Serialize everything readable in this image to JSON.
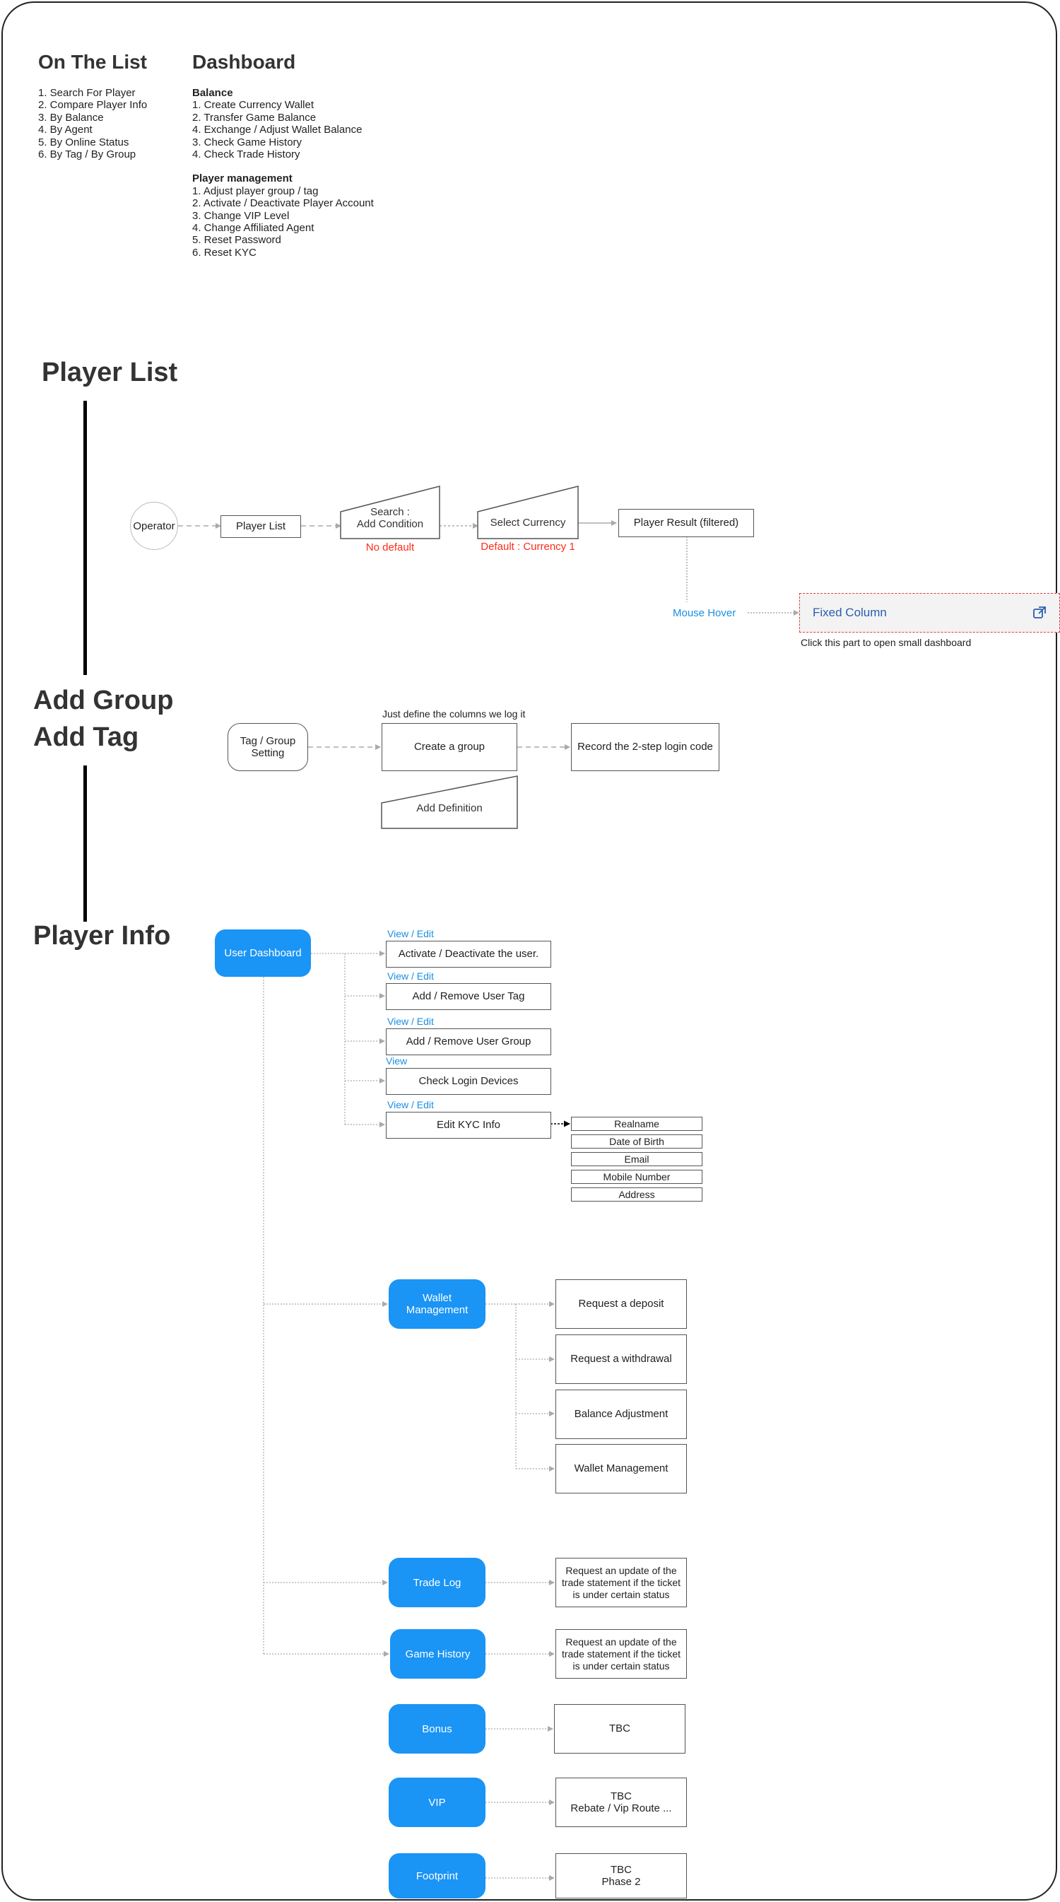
{
  "on_the_list": {
    "title": "On The List",
    "items": [
      "1. Search For Player",
      "2. Compare Player Info",
      "3. By Balance",
      "4. By Agent",
      "5. By Online Status",
      "6. By Tag / By Group"
    ]
  },
  "dashboard": {
    "title": "Dashboard",
    "balance_heading": "Balance",
    "balance_items": [
      "1. Create Currency Wallet",
      "2. Transfer Game Balance",
      "4. Exchange / Adjust Wallet Balance",
      "3. Check Game History",
      "4. Check Trade History"
    ],
    "player_management_heading": "Player management",
    "player_management_items": [
      "1. Adjust player group / tag",
      "2. Activate / Deactivate Player Account",
      "3. Change VIP Level",
      "4. Change Affiliated Agent",
      "5. Reset Password",
      "6. Reset KYC"
    ]
  },
  "sections": {
    "player_list": "Player List",
    "add_group": "Add Group",
    "add_tag": "Add Tag",
    "player_info": "Player Info"
  },
  "player_list_flow": {
    "operator": "Operator",
    "player_list": "Player List",
    "search": "Search :\nAdd Condition",
    "search_note": "No default",
    "select_currency": "Select Currency",
    "currency_note": "Default : Currency 1",
    "player_result": "Player Result (filtered)",
    "mouse_hover": "Mouse Hover",
    "fixed_column": "Fixed Column",
    "fixed_column_note": "Click this part to open small dashboard"
  },
  "group_flow": {
    "setting": "Tag / Group\nSetting",
    "define_note": "Just define the columns we log it",
    "create_group": "Create a group",
    "record": "Record the 2-step login code",
    "add_definition": "Add Definition"
  },
  "player_info_flow": {
    "user_dashboard": "User Dashboard",
    "actions": [
      {
        "perm": "View / Edit",
        "label": "Activate / Deactivate the user."
      },
      {
        "perm": "View / Edit",
        "label": "Add / Remove User Tag"
      },
      {
        "perm": "View / Edit",
        "label": "Add / Remove User Group"
      },
      {
        "perm": "View",
        "label": "Check Login Devices"
      },
      {
        "perm": "View / Edit",
        "label": "Edit KYC Info"
      }
    ],
    "kyc_fields": [
      "Realname",
      "Date of Birth",
      "Email",
      "Mobile Number",
      "Address"
    ],
    "wallet_management": "Wallet\nManagement",
    "wallet_actions": [
      "Request a deposit",
      "Request a withdrawal",
      "Balance Adjustment",
      "Wallet Management"
    ],
    "trade_log": "Trade Log",
    "trade_log_action": "Request an update of the\ntrade statement if the ticket\nis under certain status",
    "game_history": "Game History",
    "game_history_action": "Request an update of the\ntrade statement if the ticket\nis under certain status",
    "bonus": "Bonus",
    "bonus_action": "TBC",
    "vip": "VIP",
    "vip_action": "TBC\nRebate / Vip Route ...",
    "footprint": "Footprint",
    "footprint_action": "TBC\nPhase 2"
  },
  "colors": {
    "accent": "#1a94f5",
    "red_note": "#ff2a1a",
    "link_blue": "#1a8fe3",
    "fixed_border": "#e23b3b"
  }
}
